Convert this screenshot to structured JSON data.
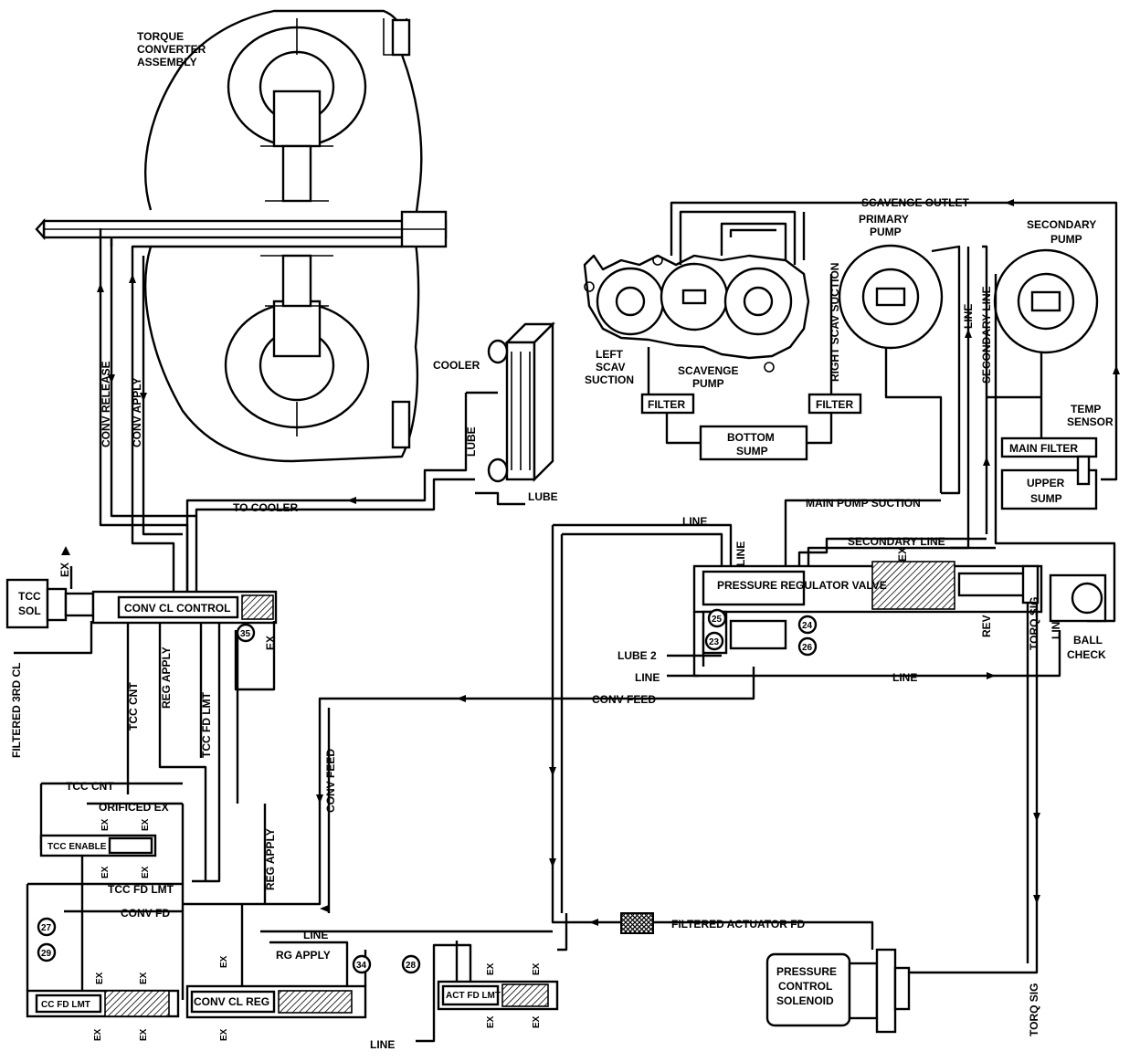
{
  "labels": {
    "torque_converter_1": "TORQUE",
    "torque_converter_2": "CONVERTER",
    "torque_converter_3": "ASSEMBLY",
    "conv_release": "CONV RELEASE",
    "conv_apply": "CONV APPLY",
    "cooler": "COOLER",
    "lube_v": "LUBE",
    "lube_h": "LUBE",
    "to_cooler": "TO COOLER",
    "scavenge_outlet": "SCAVENGE OUTLET",
    "primary_pump_1": "PRIMARY",
    "primary_pump_2": "PUMP",
    "secondary_pump_1": "SECONDARY",
    "secondary_pump_2": "PUMP",
    "right_scav_suction": "RIGHT SCAV SUCTION",
    "line_v_primary": "LINE",
    "secondary_line_v": "SECONDARY LINE",
    "left_scav_1": "LEFT",
    "left_scav_2": "SCAV",
    "left_scav_3": "SUCTION",
    "scavenge_pump_1": "SCAVENGE",
    "scavenge_pump_2": "PUMP",
    "filter_left": "FILTER",
    "filter_right": "FILTER",
    "bottom_sump_1": "BOTTOM",
    "bottom_sump_2": "SUMP",
    "temp_sensor_1": "TEMP",
    "temp_sensor_2": "SENSOR",
    "main_filter": "MAIN FILTER",
    "upper_sump_1": "UPPER",
    "upper_sump_2": "SUMP",
    "main_pump_suction": "MAIN PUMP SUCTION",
    "line_top": "LINE",
    "line_v_prv": "LINE",
    "secondary_line_h": "SECONDARY LINE",
    "ex_prv": "EX",
    "pressure_regulator_valve": "PRESSURE REGULATOR VALVE",
    "rev": "REV",
    "torq_sig_upper": "TORQ SIG",
    "line_v_ball": "LINE",
    "ball_check_1": "BALL",
    "ball_check_2": "CHECK",
    "lube2": "LUBE 2",
    "line_lube2": "LINE",
    "line_mid": "LINE",
    "conv_feed_h": "CONV FEED",
    "conv_feed_v": "CONV FEED",
    "tcc_sol_1": "TCC",
    "tcc_sol_2": "SOL",
    "ex_tcc_sol": "EX",
    "conv_cl_contrl": "CONV CL CONTROL",
    "ex_35": "EX",
    "filtered_3rd_cl": "FILTERED 3RD CL",
    "tcc_cnt_v": "TCC CNT",
    "reg_apply_v": "REG APPLY",
    "tcc_fd_lmt_v": "TCC FD LMT",
    "tcc_cnt_h": "TCC CNT",
    "orificed_ex": "ORIFICED EX",
    "ex_a": "EX",
    "ex_b": "EX",
    "tcc_enable": "TCC ENABLE",
    "ex_c": "EX",
    "ex_d": "EX",
    "tcc_fd_lmt_h": "TCC FD LMT",
    "conv_fd": "CONV FD",
    "reg_apply_v2": "REG APPLY",
    "line_low": "LINE",
    "rg_apply": "RG APPLY",
    "cc_fd_lmt": "CC FD LMT",
    "conv_cl_reg": "CONV CL REG",
    "act_fd_lmt": "ACT FD LMT",
    "filtered_actuator_fd": "FILTERED ACTUATOR FD",
    "pcs_1": "PRESSURE",
    "pcs_2": "CONTROL",
    "pcs_3": "SOLENOID",
    "torq_sig_lower": "TORQ SIG",
    "line_bottom": "LINE",
    "ex_e": "EX",
    "ex_f": "EX",
    "ex_g": "EX",
    "ex_h": "EX",
    "ex_i": "EX",
    "ex_j": "EX",
    "ex_k": "EX",
    "ex_l": "EX",
    "ex_m": "EX",
    "ex_n": "EX"
  },
  "checkballs": {
    "b23": "23",
    "b24": "24",
    "b25": "25",
    "b26": "26",
    "b27": "27",
    "b28": "28",
    "b29": "29",
    "b34": "34",
    "b35": "35"
  }
}
